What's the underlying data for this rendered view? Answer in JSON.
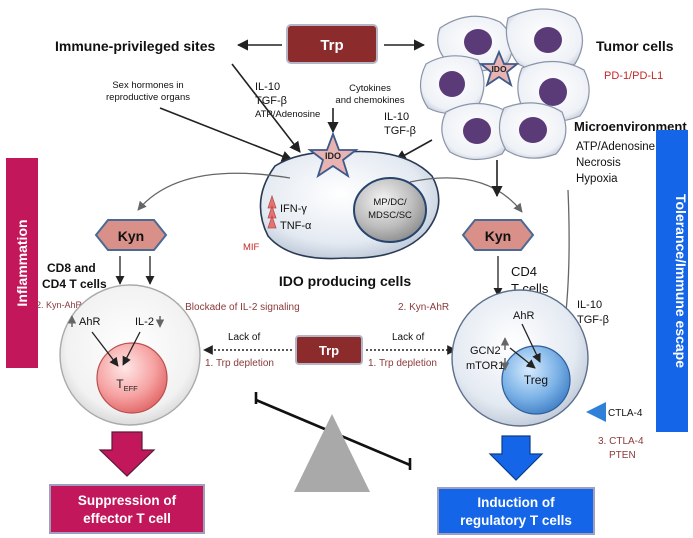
{
  "center": {
    "trp": "Trp",
    "ido": "IDO",
    "cell_types": [
      "MP/DC/",
      "MDSC/SC"
    ],
    "cytokines": [
      "IFN-γ",
      "TNF-α"
    ],
    "mif": "MIF",
    "producing_cells": "IDO producing cells"
  },
  "top_left": {
    "sites": "Immune-privileged sites",
    "sex_hormones": [
      "Sex hormones in",
      "reproductive organs"
    ],
    "il10": "IL-10",
    "tgfb": "TGF-β",
    "atp": "ATP/Adenosine",
    "cytokines_chemokines": [
      "Cytokines",
      "and chemokines"
    ],
    "il10_b": "IL-10",
    "tgfb_b": "TGF-β"
  },
  "top_right": {
    "tumor_cells": "Tumor cells",
    "ido": "IDO",
    "pd1": "PD-1/PD-L1",
    "micro": "Microenvironment",
    "micro_items": [
      "ATP/Adenosine",
      "Necrosis",
      "Hypoxia"
    ]
  },
  "left": {
    "side_label": "Inflammation",
    "kyn": "Kyn",
    "tcells": [
      "CD8 and",
      "CD4 T cells"
    ],
    "kyn_ahr": "2. Kyn-AhR",
    "blockade": "4. Blockade of IL-2 signaling",
    "ahr": "AhR",
    "il2": "IL-2",
    "teff_main": "T",
    "teff_sub": "EFF",
    "result": [
      "Suppression of",
      "effector T cell"
    ]
  },
  "middle": {
    "trp": "Trp",
    "lack_left": "Lack of",
    "depletion_left": "1. Trp depletion",
    "lack_right": "Lack of",
    "depletion_right": "1. Trp depletion"
  },
  "right": {
    "side_label": "Tolerance/Immune escape",
    "kyn": "Kyn",
    "cd4": [
      "CD4",
      "T cells"
    ],
    "kyn_ahr": "2. Kyn-AhR",
    "ahr": "AhR",
    "gcn2": "GCN2",
    "mtor1": "mTOR1",
    "treg": "Treg",
    "il10": "IL-10",
    "tgfb": "TGF-β",
    "ctla4": "CTLA-4",
    "ctla4_pten": [
      "3. CTLA-4",
      "PTEN"
    ],
    "result": [
      "Induction of",
      "regulatory T cells"
    ]
  },
  "colors": {
    "maroon": "#8b2b2b",
    "magenta": "#c2185b",
    "blue": "#1565e8",
    "kyn_fill": "#d99089",
    "annotation": "#8b3a3a"
  }
}
